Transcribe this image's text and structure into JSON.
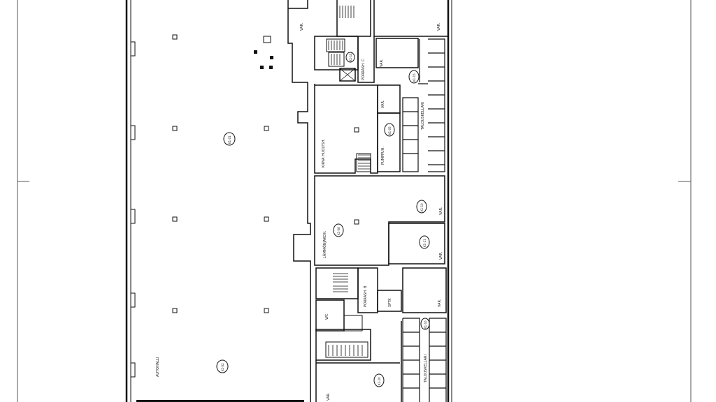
{
  "labels": {
    "var_top_a": "VAR.",
    "var_top_b": "VAR.",
    "var_mid_1": "VAR.",
    "var_small": "VAR.",
    "porrash_c": "PORRASH. C",
    "porrash_b": "PORRASH. B",
    "talouskellari_top": "TALOUSKELLARI",
    "talouskellari_bottom": "TALOUSKELLARI",
    "wc": "WC",
    "pumppuh": "PUMPPUH.",
    "kirva_huoltsh": "KIRVA HUOLTSH.",
    "lammonjako": "LÄMMÖNJAKOH.",
    "var_right_1": "VAR.",
    "var_right_2": "VAR.",
    "var_right_3": "VAR.",
    "sptk": "SPTK",
    "autohalli": "AUTOHALLI",
    "var_bottom": "VAR."
  },
  "room_tags": {
    "hall_top": "K1-01",
    "hall_bottom": "K1-02",
    "pump": "K1-05",
    "lammon": "K1-08",
    "right_1": "K1-10",
    "right_2": "K1-11",
    "c_stair": "K1-14",
    "kellari_top": "K1-15",
    "kellari_bottom": "K1-16",
    "bottom_room": "K1-20"
  }
}
